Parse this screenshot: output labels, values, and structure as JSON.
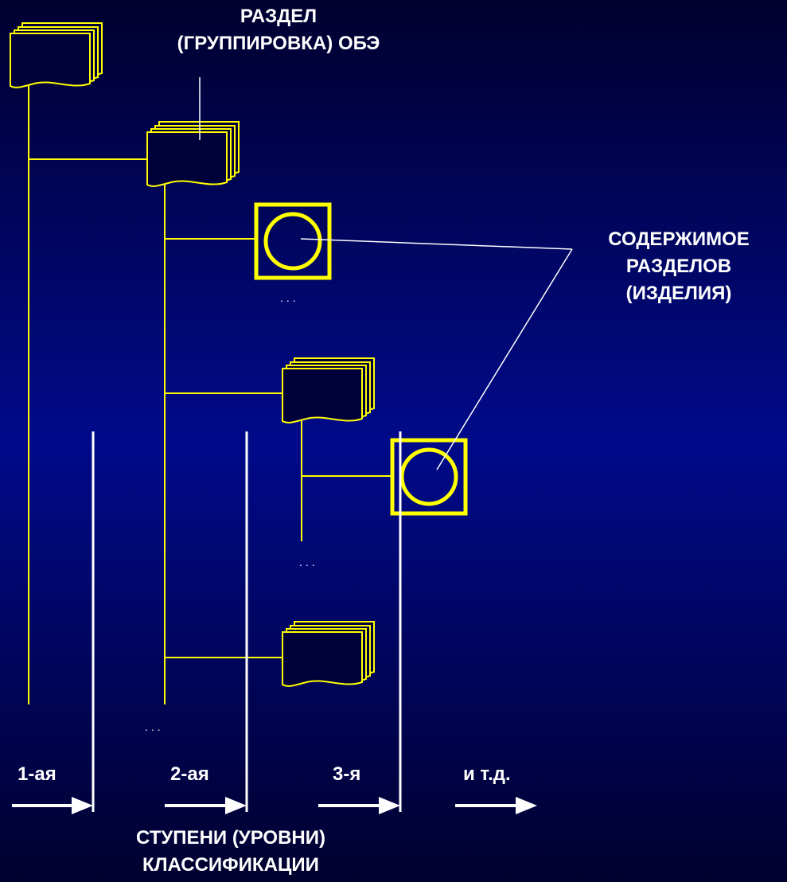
{
  "labels": {
    "section_group_line1": "РАЗДЕЛ",
    "section_group_line2": "(ГРУППИРОВКА) ОБЭ",
    "contents_line1": "СОДЕРЖИМОЕ",
    "contents_line2": "РАЗДЕЛОВ",
    "contents_line3": "(ИЗДЕЛИЯ)",
    "levels_line1": "СТУПЕНИ (УРОВНИ)",
    "levels_line2": "КЛАССИФИКАЦИИ"
  },
  "steps": [
    "1-ая",
    "2-ая",
    "3-я",
    "и т.д."
  ],
  "ellipsis": "...",
  "colors": {
    "tree_lines": "#ffff00",
    "dividers": "#ffffff",
    "text": "#ffffff",
    "background_dark": "#00002e",
    "background_mid": "#000a8a"
  }
}
